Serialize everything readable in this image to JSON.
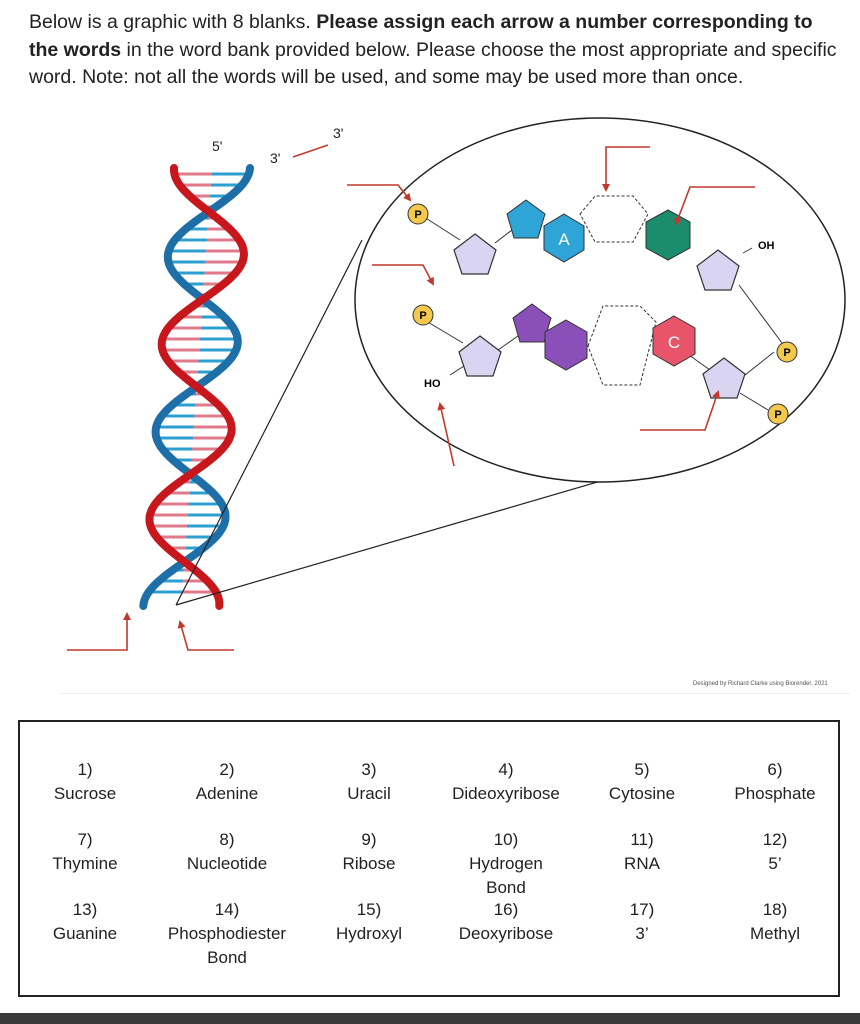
{
  "instructions": {
    "part1": "Below is a graphic with 8 blanks. ",
    "bold": "Please assign each arrow a number corresponding to the words",
    "part2": " in the word bank provided below. Please choose the most appropriate and specific word. Note: not all the words will be used, and some may be used more than once."
  },
  "figure": {
    "strand_labels": {
      "five_prime": "5'",
      "three_prime_top": "3'",
      "three_prime_right": "3'"
    },
    "phosphate_label": "P",
    "oh_label": "OH",
    "ho_label": "HO",
    "base_a": "A",
    "base_c": "C",
    "credit": "Designed by Richard Clarke using Biorender. 2021"
  },
  "word_bank": [
    {
      "num": "1)",
      "lines": [
        "Sucrose"
      ]
    },
    {
      "num": "2)",
      "lines": [
        "Adenine"
      ]
    },
    {
      "num": "3)",
      "lines": [
        "Uracil"
      ]
    },
    {
      "num": "4)",
      "lines": [
        "Dideoxyribose"
      ]
    },
    {
      "num": "5)",
      "lines": [
        "Cytosine"
      ]
    },
    {
      "num": "6)",
      "lines": [
        "Phosphate"
      ]
    },
    {
      "num": "7)",
      "lines": [
        "Thymine"
      ]
    },
    {
      "num": "8)",
      "lines": [
        "Nucleotide"
      ]
    },
    {
      "num": "9)",
      "lines": [
        "Ribose"
      ]
    },
    {
      "num": "10)",
      "lines": [
        "Hydrogen",
        "Bond"
      ]
    },
    {
      "num": "11)",
      "lines": [
        "RNA"
      ]
    },
    {
      "num": "12)",
      "lines": [
        "5’"
      ]
    },
    {
      "num": "13)",
      "lines": [
        "Guanine"
      ]
    },
    {
      "num": "14)",
      "lines": [
        "Phosphodiester",
        "Bond"
      ]
    },
    {
      "num": "15)",
      "lines": [
        "Hydroxyl"
      ]
    },
    {
      "num": "16)",
      "lines": [
        "Deoxyribose"
      ]
    },
    {
      "num": "17)",
      "lines": [
        "3’"
      ]
    },
    {
      "num": "18)",
      "lines": [
        "Methyl"
      ]
    }
  ],
  "colors": {
    "blue_strand": "#1e6fa8",
    "red_strand": "#c8161d",
    "arrow": "#c0392b",
    "sugar": "#d9d4f2",
    "phosphate": "#f2c94c",
    "adenine": "#2fa4d6",
    "teal_base": "#1c8c6e",
    "purple_base": "#8a4fb8",
    "cytosine": "#e8556a"
  }
}
